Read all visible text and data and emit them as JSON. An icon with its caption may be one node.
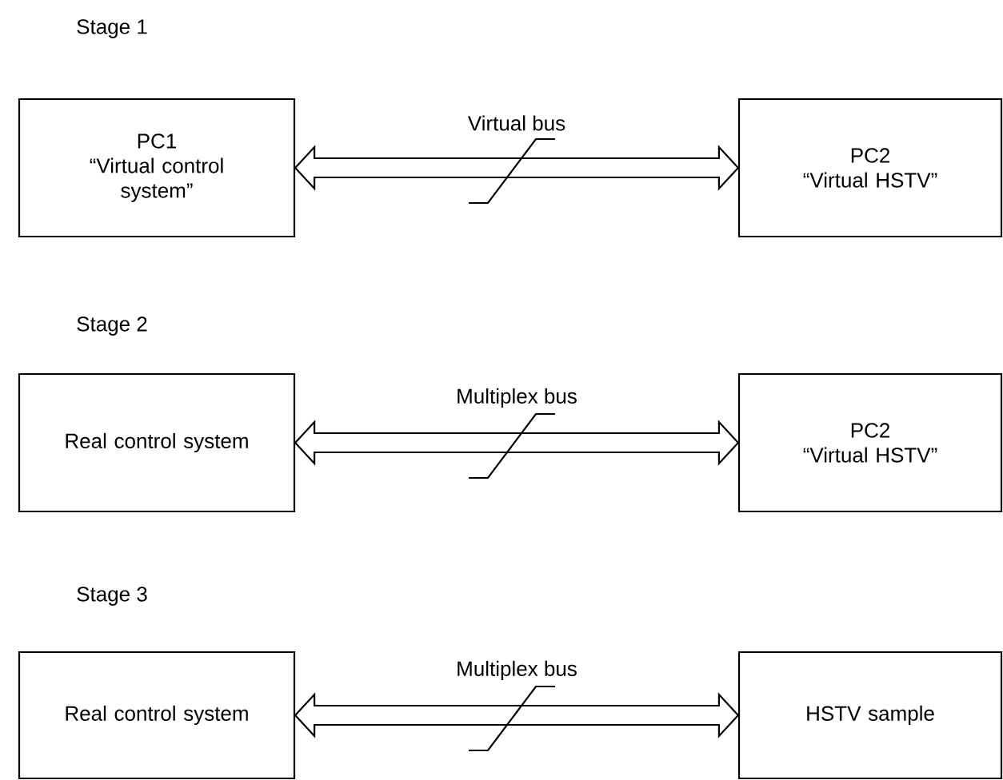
{
  "diagram": {
    "nodes": [
      {
        "text": [
          "PC1",
          "“Virtual control system”"
        ]
      },
      {
        "text": [
          "PC2",
          "“Virtual HSTV”"
        ]
      },
      {
        "text": [
          "Real control system"
        ]
      },
      {
        "text": [
          "PC2",
          "“Virtual HSTV”"
        ]
      },
      {
        "text": [
          "Real control system"
        ]
      },
      {
        "text": [
          "HSTV sample"
        ]
      }
    ],
    "edges": [
      {
        "from": 0,
        "to": 1,
        "arrow": "both",
        "label": "Virtual bus"
      },
      {
        "from": 2,
        "to": 3,
        "arrow": "both",
        "label": "Multiplex bus"
      },
      {
        "from": 4,
        "to": 5,
        "arrow": "both",
        "label": "Multiplex bus"
      }
    ],
    "labels": [
      "Stage 1",
      "Stage 2",
      "Stage 3"
    ]
  }
}
